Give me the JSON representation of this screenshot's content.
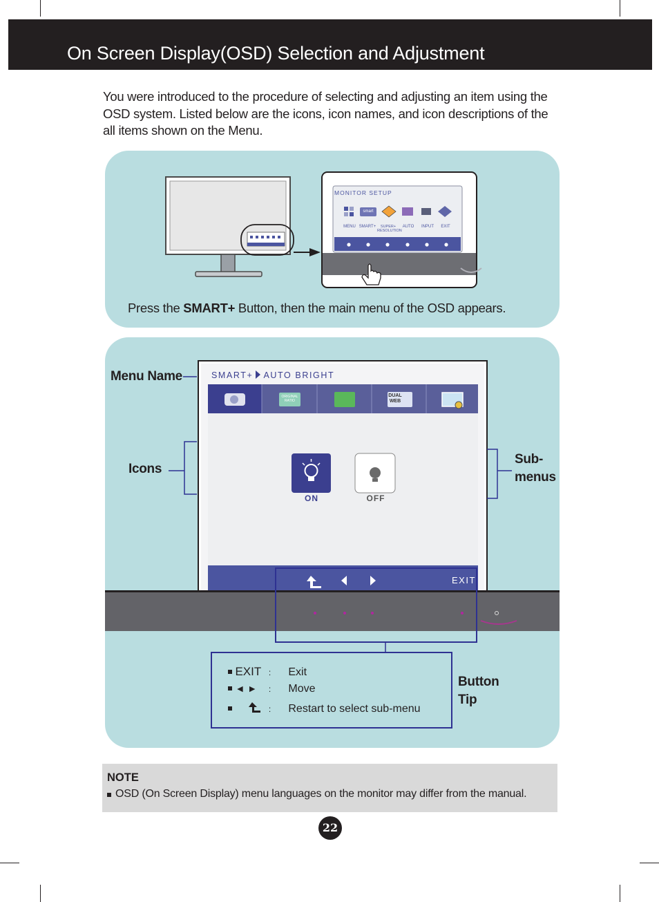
{
  "header": {
    "title": "On Screen Display(OSD) Selection and Adjustment"
  },
  "intro": {
    "text": "You were introduced to the procedure of selecting and adjusting an item using the OSD system. Listed below are the icons, icon names, and icon descriptions of the all items shown on the Menu."
  },
  "figure1": {
    "osd_title": "MONITOR SETUP",
    "osd_items": [
      "MENU",
      "SMART+",
      "SUPER+ RESOLUTION",
      "AUTO",
      "INPUT",
      "EXIT"
    ],
    "smart_icon_text": "smart",
    "caption_before": "Press the ",
    "caption_bold": "SMART+",
    "caption_after": " Button, then the main menu of the OSD appears."
  },
  "figure2": {
    "labels": {
      "menu_name": "Menu Name",
      "icons": "Icons",
      "submenus_1": "Sub-",
      "submenus_2": "menus",
      "button_tip_1": "Button",
      "button_tip_2": "Tip"
    },
    "osd_head_1": "SMART+",
    "osd_head_2": "AUTO BRIGHT",
    "tab_icon_texts": {
      "ratio_1": "ORIGINAL",
      "ratio_2": "RATIO",
      "dual_1": "DUAL",
      "dual_2": "WEB"
    },
    "options": [
      {
        "label": "ON"
      },
      {
        "label": "OFF"
      }
    ],
    "exit_label": "EXIT",
    "tips": [
      {
        "symbol": "EXIT",
        "sep": ":",
        "text": "Exit"
      },
      {
        "symbol": "◄ ►",
        "sep": ":",
        "text": "Move"
      },
      {
        "symbol": "",
        "sep": ":",
        "text": "Restart to select sub-menu"
      }
    ]
  },
  "note": {
    "title": "NOTE",
    "text": "OSD (On Screen Display) menu languages on the monitor may differ from the manual."
  },
  "page_number": "22",
  "colors": {
    "header": "#231f20",
    "panel": "#b9dde0",
    "accent": "#2e3192",
    "osd_bar": "#4b55a0",
    "bezel": "#636368"
  }
}
